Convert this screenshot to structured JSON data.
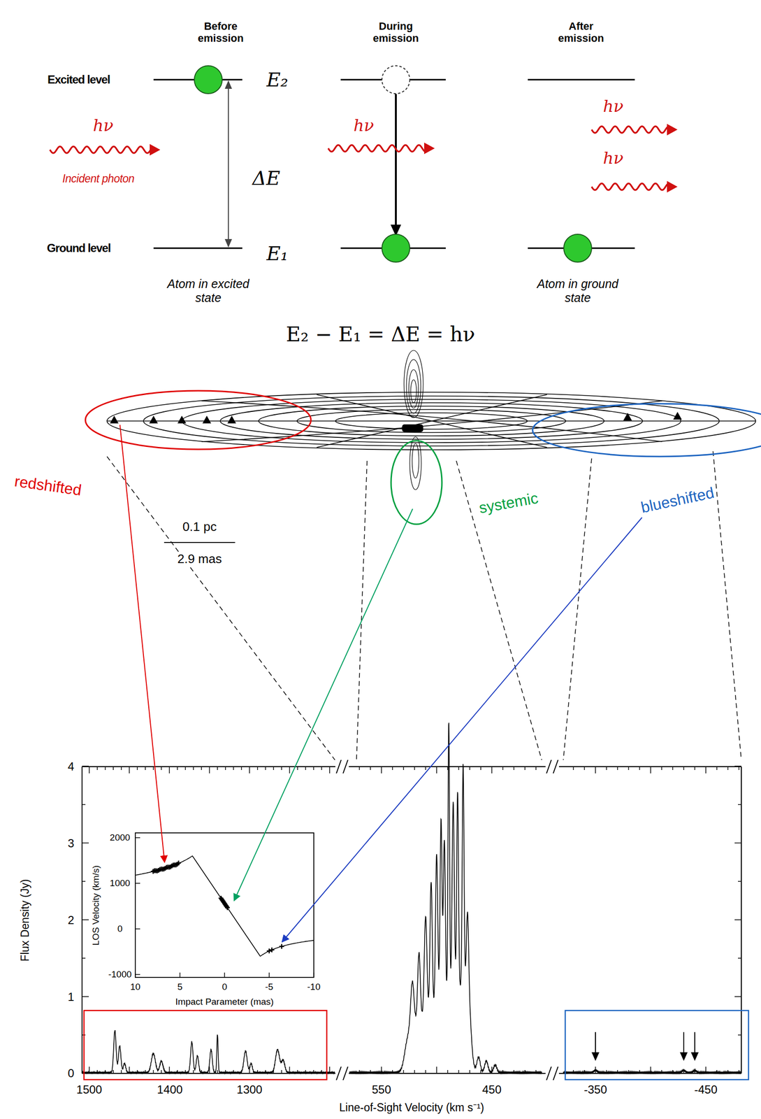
{
  "diagram": {
    "labels": [
      "Before emission",
      "During emission",
      "After emission",
      "Excited level",
      "Ground level",
      "E₂",
      "E₁",
      "ΔE",
      "hν",
      "Incident photon",
      "hν",
      "hν",
      "hν",
      "Atom in excited state",
      "Atom in ground state",
      "E₂ − E₁ = ΔE = hν",
      "redshifted",
      "systemic",
      "blueshifted",
      "0.1 pc",
      "2.9 mas",
      "Flux Density (Jy)",
      "4",
      "3",
      "2",
      "1",
      "0",
      "1500",
      "1400",
      "1300",
      "550",
      "450",
      "-350",
      "-450",
      "Line-of-Sight Velocity (km s⁻¹)",
      "LOS Velocity (km/s)",
      "2000",
      "1000",
      "0",
      "-1000",
      "10",
      "5",
      "0",
      "-5",
      "-10",
      "Impact Parameter (mas)"
    ]
  }
}
